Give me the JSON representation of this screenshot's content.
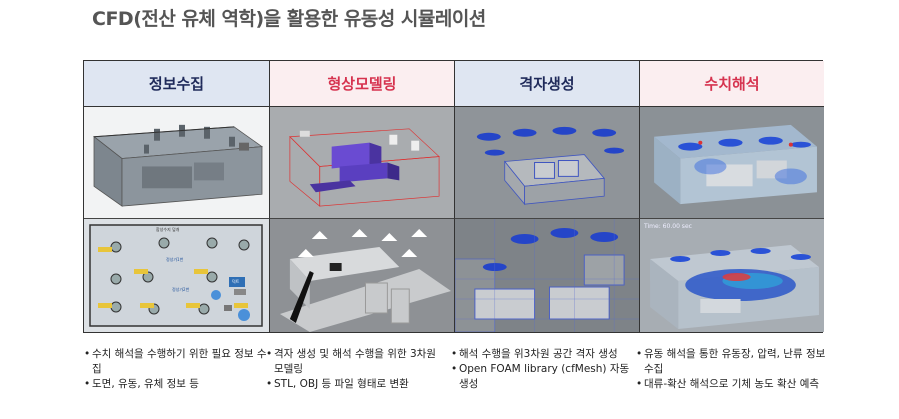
{
  "title": "CFD(전산 유체 역학)을 활용한 유동성 시뮬레이션",
  "columns": [
    {
      "header": "정보수집",
      "header_color": "#1f2a5a",
      "header_bg": "#dfe6f2",
      "bullets": [
        "수치 해석을 수행하기 위한 필요 정보 수집",
        "도면, 유동, 유체 정보 등"
      ]
    },
    {
      "header": "형상모델링",
      "header_color": "#d6334f",
      "header_bg": "#fbeef0",
      "bullets": [
        "격자 생성 및 해석 수행을 위한 3차원 모델링",
        "STL, OBJ 등 파일 형태로 변환"
      ]
    },
    {
      "header": "격자생성",
      "header_color": "#1f2a5a",
      "header_bg": "#dfe6f2",
      "bullets": [
        "해석 수행을 위3차원 공간 격자 생성",
        "Open FOAM library (cfMesh) 자동 생성"
      ]
    },
    {
      "header": "수치해석",
      "header_color": "#d6334f",
      "header_bg": "#fbeef0",
      "bullets": [
        "유동 해석을 통한 유동장, 압력, 난류 정보 수집",
        "대류-확산 해석으로 기체 농도 확산 예측"
      ]
    }
  ],
  "plan_labels": {
    "top_center": "합성수지 덮개",
    "tank1": "정성가1번",
    "tank2": "정성가2번",
    "pipe": "덕트",
    "sim_time": "Time: 60.00 sec"
  }
}
